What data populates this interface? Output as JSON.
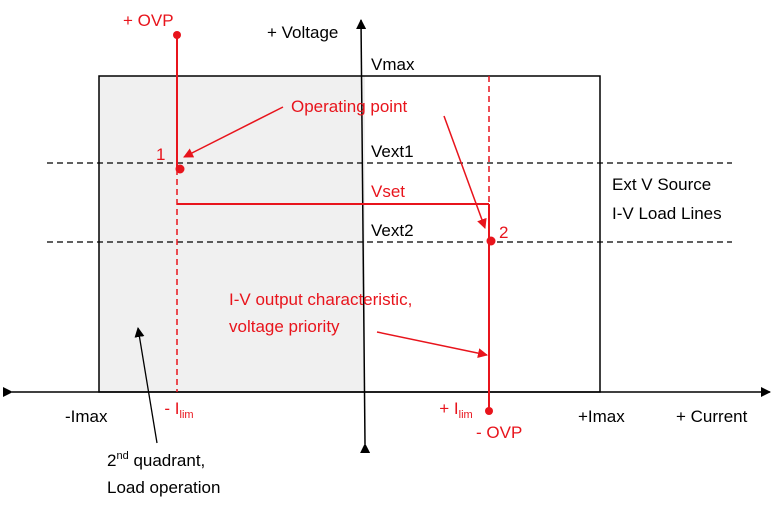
{
  "colors": {
    "accent": "#e8141c",
    "ink": "#000000",
    "quadrant_fill": "#f0f0f0"
  },
  "labels": {
    "plus_ovp": "+ OVP",
    "voltage_axis": "+ Voltage",
    "vmax": "Vmax",
    "operating_point": "Operating point",
    "point1": "1",
    "point2": "2",
    "vext1": "Vext1",
    "vset": "Vset",
    "vext2": "Vext2",
    "ext_source_line1": "Ext V Source",
    "ext_source_line2": "I-V Load Lines",
    "iv_char_line1": "I-V output characteristic,",
    "iv_char_line2": "voltage priority",
    "neg_imax": "-Imax",
    "neg_ilim_prefix": "- I",
    "pos_ilim_prefix": "+ I",
    "ilim_subscript": "lim",
    "minus_ovp": "- OVP",
    "pos_imax": "+Imax",
    "current_axis": "+ Current",
    "quadrant_line1_num": "2",
    "quadrant_line1_sup": "nd",
    "quadrant_line1_rest": " quadrant,",
    "quadrant_line2": "Load operation"
  }
}
